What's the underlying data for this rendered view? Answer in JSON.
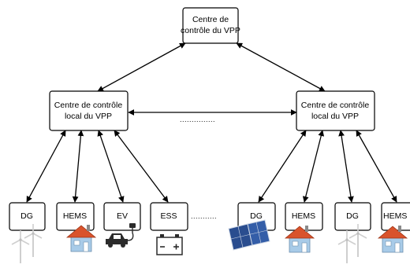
{
  "nodes": {
    "central": {
      "line1": "Centre de",
      "line2": "contrôle du VPP"
    },
    "local_left": {
      "line1": "Centre de contrôle",
      "line2": "local du VPP"
    },
    "local_right": {
      "line1": "Centre de contrôle",
      "line2": "local du VPP"
    },
    "left_devices": [
      "DG",
      "HEMS",
      "EV",
      "ESS"
    ],
    "right_devices": [
      "DG",
      "HEMS",
      "DG",
      "HEMS"
    ]
  },
  "ellipsis": {
    "between_local_centres": "...............",
    "between_device_groups": "..........."
  },
  "icons": {
    "left": [
      "wind-turbine-icon",
      "house-icon",
      "ev-car-icon",
      "battery-icon"
    ],
    "right": [
      "solar-panel-icon",
      "house-icon",
      "wind-turbine-icon",
      "house-icon"
    ]
  },
  "colors": {
    "roof": "#d9532c",
    "house_wall": "#a8cbe8",
    "solar_panel": "#2a4d8f",
    "turbine": "#cfcfcf"
  }
}
